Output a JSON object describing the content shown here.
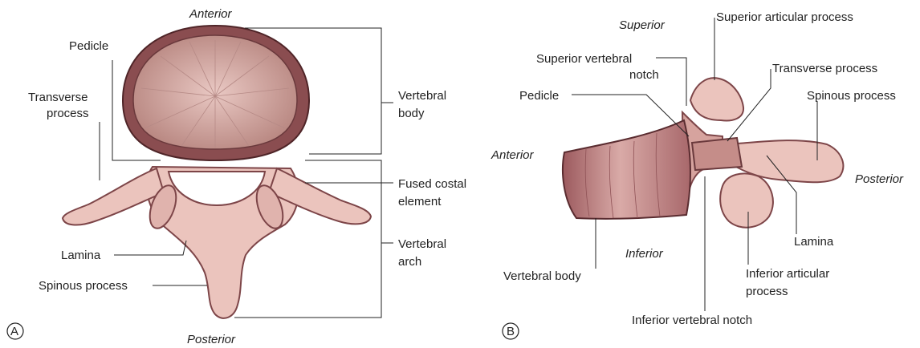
{
  "panel_a": {
    "badge": "A",
    "orientation": {
      "top": "Anterior",
      "bottom": "Posterior"
    },
    "labels": {
      "pedicle": "Pedicle",
      "transverse_1": "Transverse",
      "transverse_2": "process",
      "lamina": "Lamina",
      "spinous": "Spinous process",
      "vertebral_body_1": "Vertebral",
      "vertebral_body_2": "body",
      "fused_costal_1": "Fused costal",
      "fused_costal_2": "element",
      "vertebral_arch_1": "Vertebral",
      "vertebral_arch_2": "arch"
    }
  },
  "panel_b": {
    "badge": "B",
    "orientation": {
      "top": "Superior",
      "bottom": "Inferior",
      "left": "Anterior",
      "right": "Posterior"
    },
    "labels": {
      "superior_articular": "Superior articular process",
      "superior_notch_1": "Superior vertebral",
      "superior_notch_2": "notch",
      "transverse": "Transverse process",
      "pedicle": "Pedicle",
      "spinous": "Spinous process",
      "vertebral_body": "Vertebral body",
      "lamina": "Lamina",
      "inferior_articular_1": "Inferior articular",
      "inferior_articular_2": "process",
      "inferior_notch": "Inferior vertebral notch"
    }
  },
  "colors": {
    "bone": "#ebc4bd",
    "bone_dark": "#7d4548",
    "rim": "#5a2c30",
    "cancellous": "#c89a96"
  }
}
